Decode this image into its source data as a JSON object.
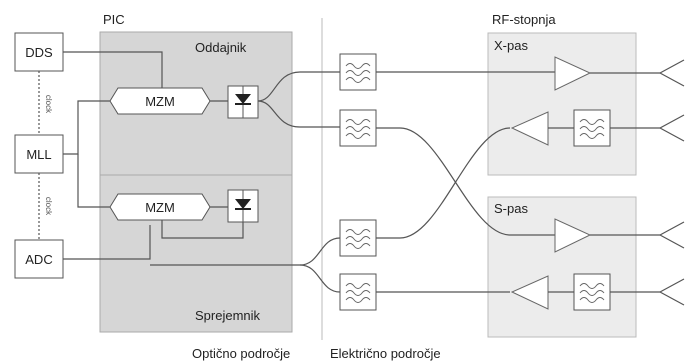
{
  "labels": {
    "pic": "PIC",
    "transmitter": "Oddajnik",
    "receiver": "Sprejemnik",
    "rf_stage": "RF-stopnja",
    "x_band": "X-pas",
    "s_band": "S-pas",
    "optical_domain": "Optično področje",
    "electrical_domain": "Električno področje",
    "dds": "DDS",
    "mll": "MLL",
    "adc": "ADC",
    "mzm_tx": "MZM",
    "mzm_rx": "MZM",
    "clock_top": "clock",
    "clock_bottom": "clock"
  },
  "icons": [
    "photodiode-icon",
    "bandpass-filter-icon",
    "amplifier-icon",
    "antenna-icon"
  ],
  "colors": {
    "pic_region": "#d6d6d6",
    "rf_region": "#ececec",
    "wire": "#555555"
  }
}
